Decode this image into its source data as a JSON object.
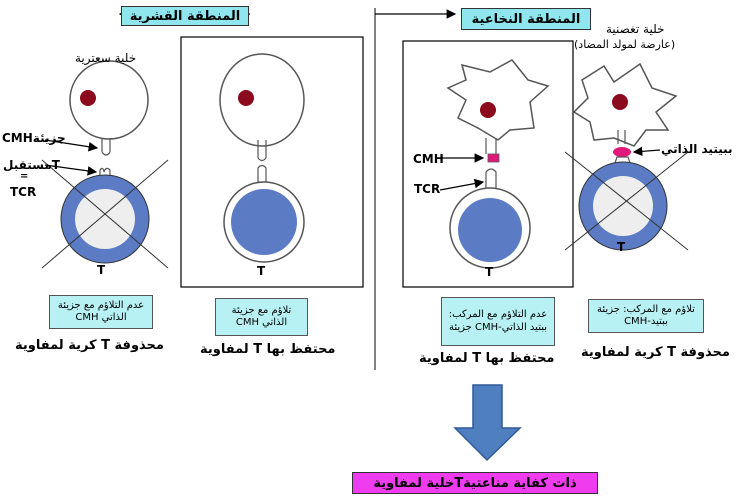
{
  "headers": {
    "cortex": "المنطقة القشرية",
    "medulla": "المنطقة النخاعية"
  },
  "labels": {
    "epithelial_cell": "خلية سعترية",
    "dendritic_cell_line1": "خلية تغصنية",
    "dendritic_cell_line2": "(عارضة لمولد المضاد)",
    "cmh_molecule": "CMHجزيئة",
    "tcr_receptor": "مستقبلT",
    "equals": "=",
    "tcr1": "TCR",
    "cmh2": "CMH",
    "tcr2": "TCR",
    "self_peptide": "ببيتيد الذاتي",
    "t": "T"
  },
  "notes": {
    "n1": "عدم التلاؤم مع جزيئة CMH الذاتي",
    "n2": "تلاؤم مع جزيئة CMH الذاتي",
    "n3": "عدم التلاؤم مع المركب: جزيئة CMH-ببتيد الذاتي",
    "n4": "تلاؤم مع المركب: جزيئة CMH-ببتيد"
  },
  "outcomes": {
    "o1": "كرية لمفاوية T محذوفة",
    "o2": "لمفاوية T محتفظ بها",
    "o3": "لمفاوية T محتفظ بها",
    "o4": "كرية لمفاوية T محذوفة"
  },
  "result": "خلية لمفاويةTذات كفاية مناعتية",
  "colors": {
    "header_bg": "#8fe6ef",
    "note_bg": "#b8f1f4",
    "nucleus": "#8b0a1e",
    "t_cell_outer": "#5b7bc4",
    "t_cell_inner": "#eeeeee",
    "result_bg": "#ee3cee",
    "arrow": "#4f7fbe",
    "peptide": "#e0187a"
  }
}
